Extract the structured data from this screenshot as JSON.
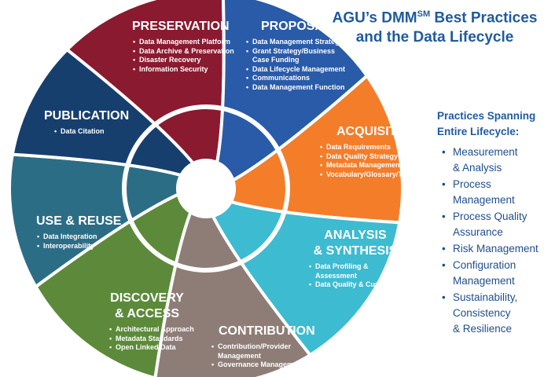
{
  "title": {
    "prefix": "AGU’s DMM",
    "superscript": "SM",
    "line1_suffix": " Best Practices",
    "line2": "and the Data Lifecycle"
  },
  "colors": {
    "preservation": "#8a1a30",
    "proposal": "#2a5ba8",
    "acquisition": "#f47d2a",
    "analysis": "#3dbbd0",
    "contribution": "#8e7d76",
    "discovery": "#5c8a3a",
    "use_reuse": "#2c6d86",
    "publication": "#163f6e"
  },
  "segments": {
    "preservation": {
      "title": "PRESERVATION",
      "items": [
        "Data Management Platform",
        "Data Archive & Preservation",
        "Disaster Recovery",
        "Information Security"
      ]
    },
    "proposal": {
      "title": "PROPOSAL",
      "items": [
        "Data Management Strategy",
        "Grant Strategy/Business Case Funding",
        "Data Lifecycle Management",
        "Communications",
        "Data Management Function"
      ]
    },
    "acquisition": {
      "title": "ACQUISITION",
      "items": [
        "Data Requirements",
        "Data Quality Strategy",
        "Metadata Management",
        "Vocabulary/Glossary/Taxonomy"
      ]
    },
    "analysis": {
      "title_line1": "ANALYSIS",
      "title_line2": "& SYNTHESIS",
      "items": [
        "Data Profiling & Assessment",
        "Data Quality & Curation"
      ]
    },
    "contribution": {
      "title": "CONTRIBUTION",
      "items": [
        "Contribution/Provider Management",
        "Governance Management"
      ]
    },
    "discovery": {
      "title_line1": "DISCOVERY",
      "title_line2": "& ACCESS",
      "items": [
        "Architectural Approach",
        "Metadata Standards",
        "Open Linked Data"
      ]
    },
    "use_reuse": {
      "title": "USE & REUSE",
      "items": [
        "Data Integration",
        "Interoperability"
      ]
    },
    "publication": {
      "title": "PUBLICATION",
      "items": [
        "Data Citation"
      ]
    }
  },
  "side_panel": {
    "heading_line1": "Practices Spanning",
    "heading_line2": "Entire Lifecycle:",
    "items": [
      {
        "line1": "Measurement",
        "line2": "& Analysis"
      },
      {
        "line1": "Process Management",
        "line2": ""
      },
      {
        "line1": "Process Quality",
        "line2": "Assurance"
      },
      {
        "line1": "Risk Management",
        "line2": ""
      },
      {
        "line1": "Configuration",
        "line2": "Management"
      },
      {
        "line1": "Sustainability,",
        "line2": "Consistency",
        "line3": "& Resilience"
      }
    ]
  }
}
